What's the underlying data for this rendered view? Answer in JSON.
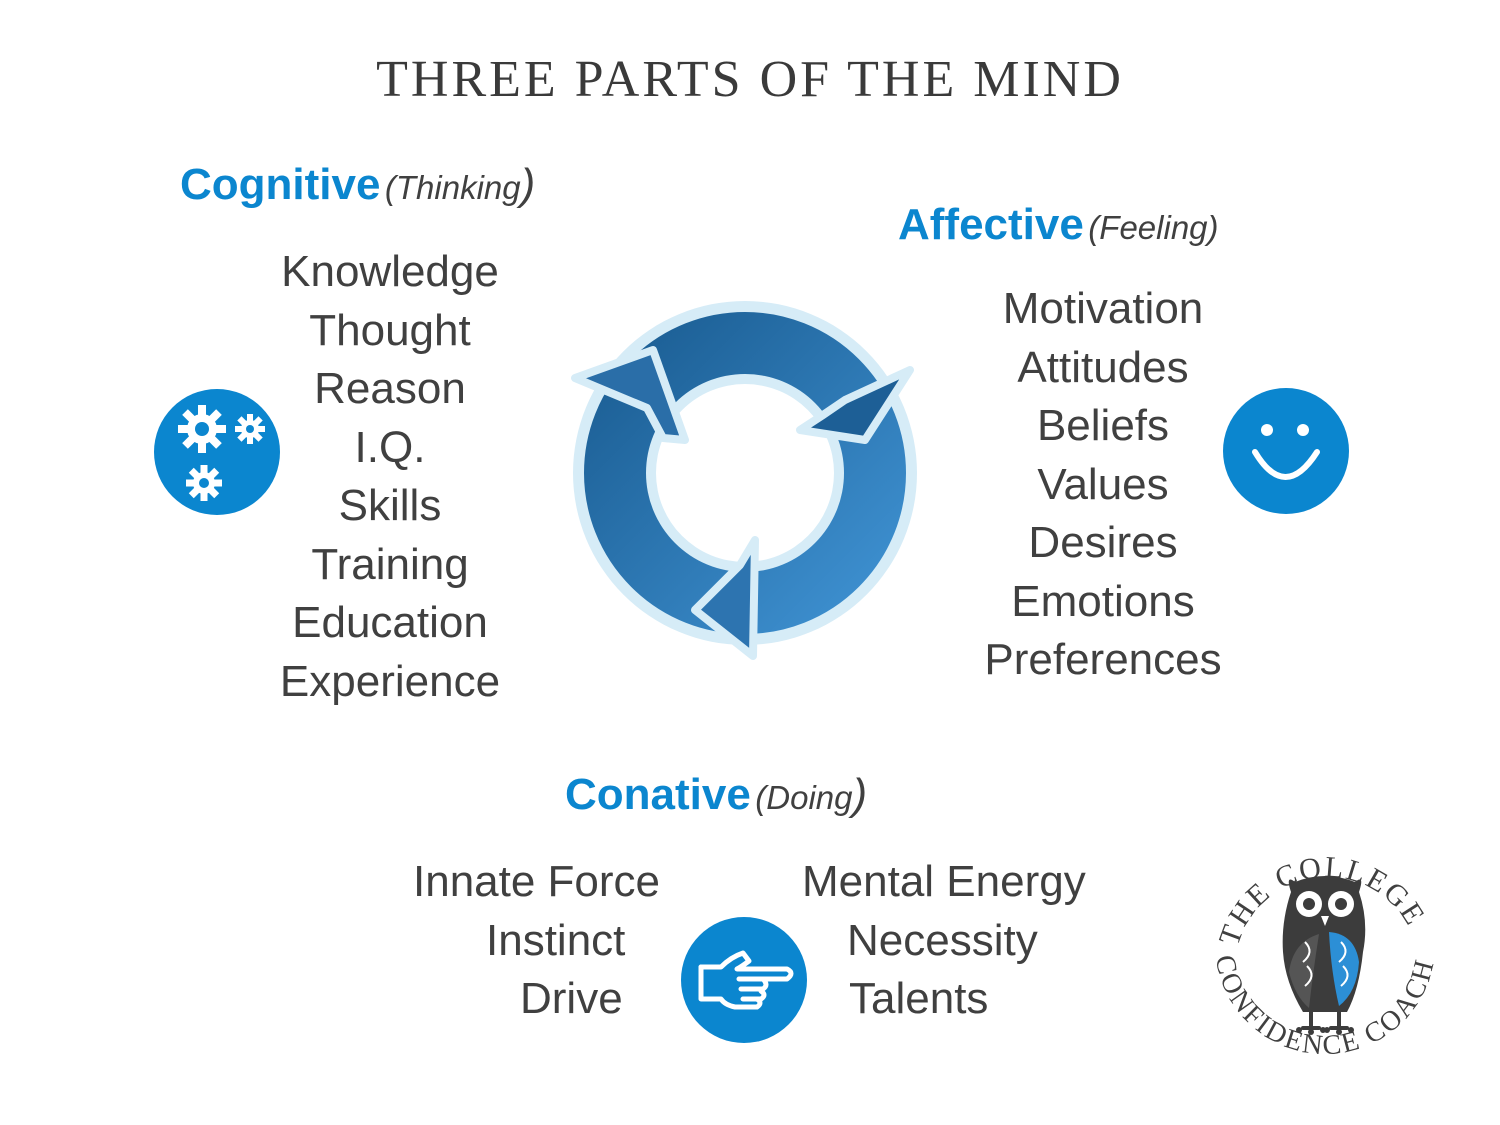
{
  "title": "THREE PARTS OF THE MIND",
  "cognitive": {
    "label": "Cognitive",
    "sub": "(Thinking",
    "close": ")",
    "items": [
      "Knowledge",
      "Thought",
      "Reason",
      "I.Q.",
      "Skills",
      "Training",
      "Education",
      "Experience"
    ]
  },
  "affective": {
    "label": "Affective",
    "sub": "(Feeling)",
    "items": [
      "Motivation",
      "Attitudes",
      "Beliefs",
      "Values",
      "Desires",
      "Emotions",
      "Preferences"
    ]
  },
  "conative": {
    "label": "Conative",
    "sub": "(Doing",
    "close": ")",
    "left_items": [
      "Innate Force",
      "Instinct",
      "Drive"
    ],
    "right_items": [
      "Mental Energy",
      "Necessity",
      "Talents"
    ]
  },
  "logo": {
    "top_text": "THE COLLEGE",
    "bottom_text": "CONFIDENCE COACH"
  },
  "icons": [
    "gears-icon",
    "smiley-icon",
    "pointing-hand-icon",
    "cycle-arrows-icon",
    "owl-icon"
  ],
  "colors": {
    "accent": "#0b86cf",
    "text": "#404040",
    "cycle_dark": "#1c5f95",
    "cycle_light": "#3d8fcf",
    "cycle_outline": "#d6ecf7"
  }
}
